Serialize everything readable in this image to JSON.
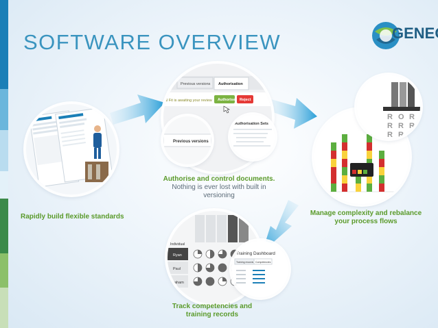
{
  "slide": {
    "title": "SOFTWARE OVERVIEW",
    "logo_text": "GENEO",
    "edge_colors": [
      "#1b7fb7",
      "#6bb6dc",
      "#b9dcef",
      "#e3f1f9",
      "#3b8a4a",
      "#8cc06a",
      "#c8dfb8"
    ]
  },
  "captions": {
    "standards": "Rapidly build flexible standards",
    "authorise": [
      "Authorise and control documents.",
      "Nothing is ever lost with built in",
      "versioning"
    ],
    "complexity": [
      "Manage complexity and rebalance",
      "your process flows"
    ],
    "competencies": [
      "Track competencies and",
      "training records"
    ]
  },
  "authorisation": {
    "tabs": [
      "Previous versions",
      "Authorisation"
    ],
    "banner": "al Fit is awaiting your review",
    "authorise_button": "Authorise",
    "reject_button": "Reject",
    "previous_versions": "Previous versions",
    "sets_title": "Authorisation Sets"
  },
  "process": {
    "grid_letters": [
      "R",
      "O",
      "R",
      "R",
      "R",
      "R",
      "R",
      "R",
      "R"
    ]
  },
  "training": {
    "dashboard_title": "Training Dashboard",
    "tabs": [
      "Training records",
      "Competencies"
    ],
    "row_labels": [
      "Ryan",
      "Paul",
      "Graham"
    ],
    "header_label": "Individual"
  },
  "colors": {
    "accent": "#3a94bf",
    "caption": "#5a9a2a",
    "authorise": "#7cb342",
    "reject": "#e53935",
    "bar_red": "#d32f2f",
    "bar_yellow": "#f9d23c",
    "bar_green": "#5cae3f"
  }
}
